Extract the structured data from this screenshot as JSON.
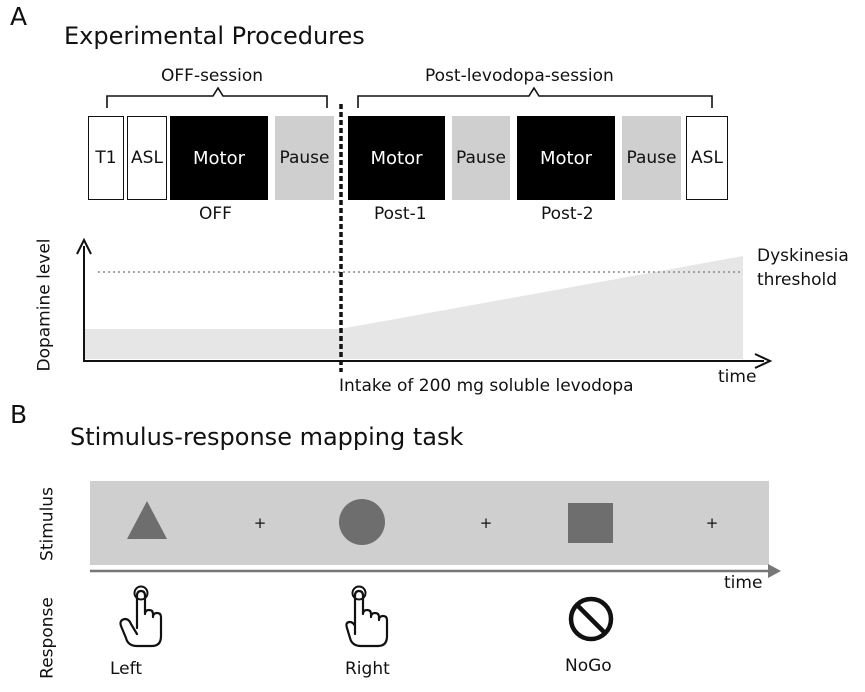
{
  "panel_a": {
    "letter": "A",
    "title": "Experimental Procedures",
    "off_session_label": "OFF-session",
    "post_session_label": "Post-levodopa-session",
    "blocks": [
      "T1",
      "ASL",
      "Motor",
      "Pause",
      "Motor",
      "Pause",
      "Motor",
      "Pause",
      "ASL"
    ],
    "block_captions": [
      "OFF",
      "Post-1",
      "Post-2"
    ],
    "y_axis_label": "Dopamine level",
    "x_axis_label": "time",
    "threshold_label_line1": "Dyskinesia",
    "threshold_label_line2": "threshold",
    "intake_label": "Intake of 200 mg soluble levodopa"
  },
  "panel_b": {
    "letter": "B",
    "title": "Stimulus-response mapping task",
    "row_label_stimulus": "Stimulus",
    "row_label_response": "Response",
    "time_label": "time",
    "stimuli": [
      {
        "shape": "triangle-icon"
      },
      {
        "shape": "fixation-cross",
        "symbol": "+"
      },
      {
        "shape": "circle-icon"
      },
      {
        "shape": "fixation-cross",
        "symbol": "+"
      },
      {
        "shape": "square-icon"
      },
      {
        "shape": "fixation-cross",
        "symbol": "+"
      }
    ],
    "responses": [
      {
        "icon": "pointing-hand-icon",
        "label": "Left"
      },
      {
        "icon": "pointing-hand-icon",
        "label": "Right"
      },
      {
        "icon": "prohibited-icon",
        "label": "NoGo"
      }
    ]
  },
  "colors": {
    "black_block": "#000000",
    "pause_gray": "#cfcfcf",
    "dopamine_fill": "#e6e6e6",
    "shape_gray": "#6e6e6e",
    "timeline_gray": "#777777"
  }
}
